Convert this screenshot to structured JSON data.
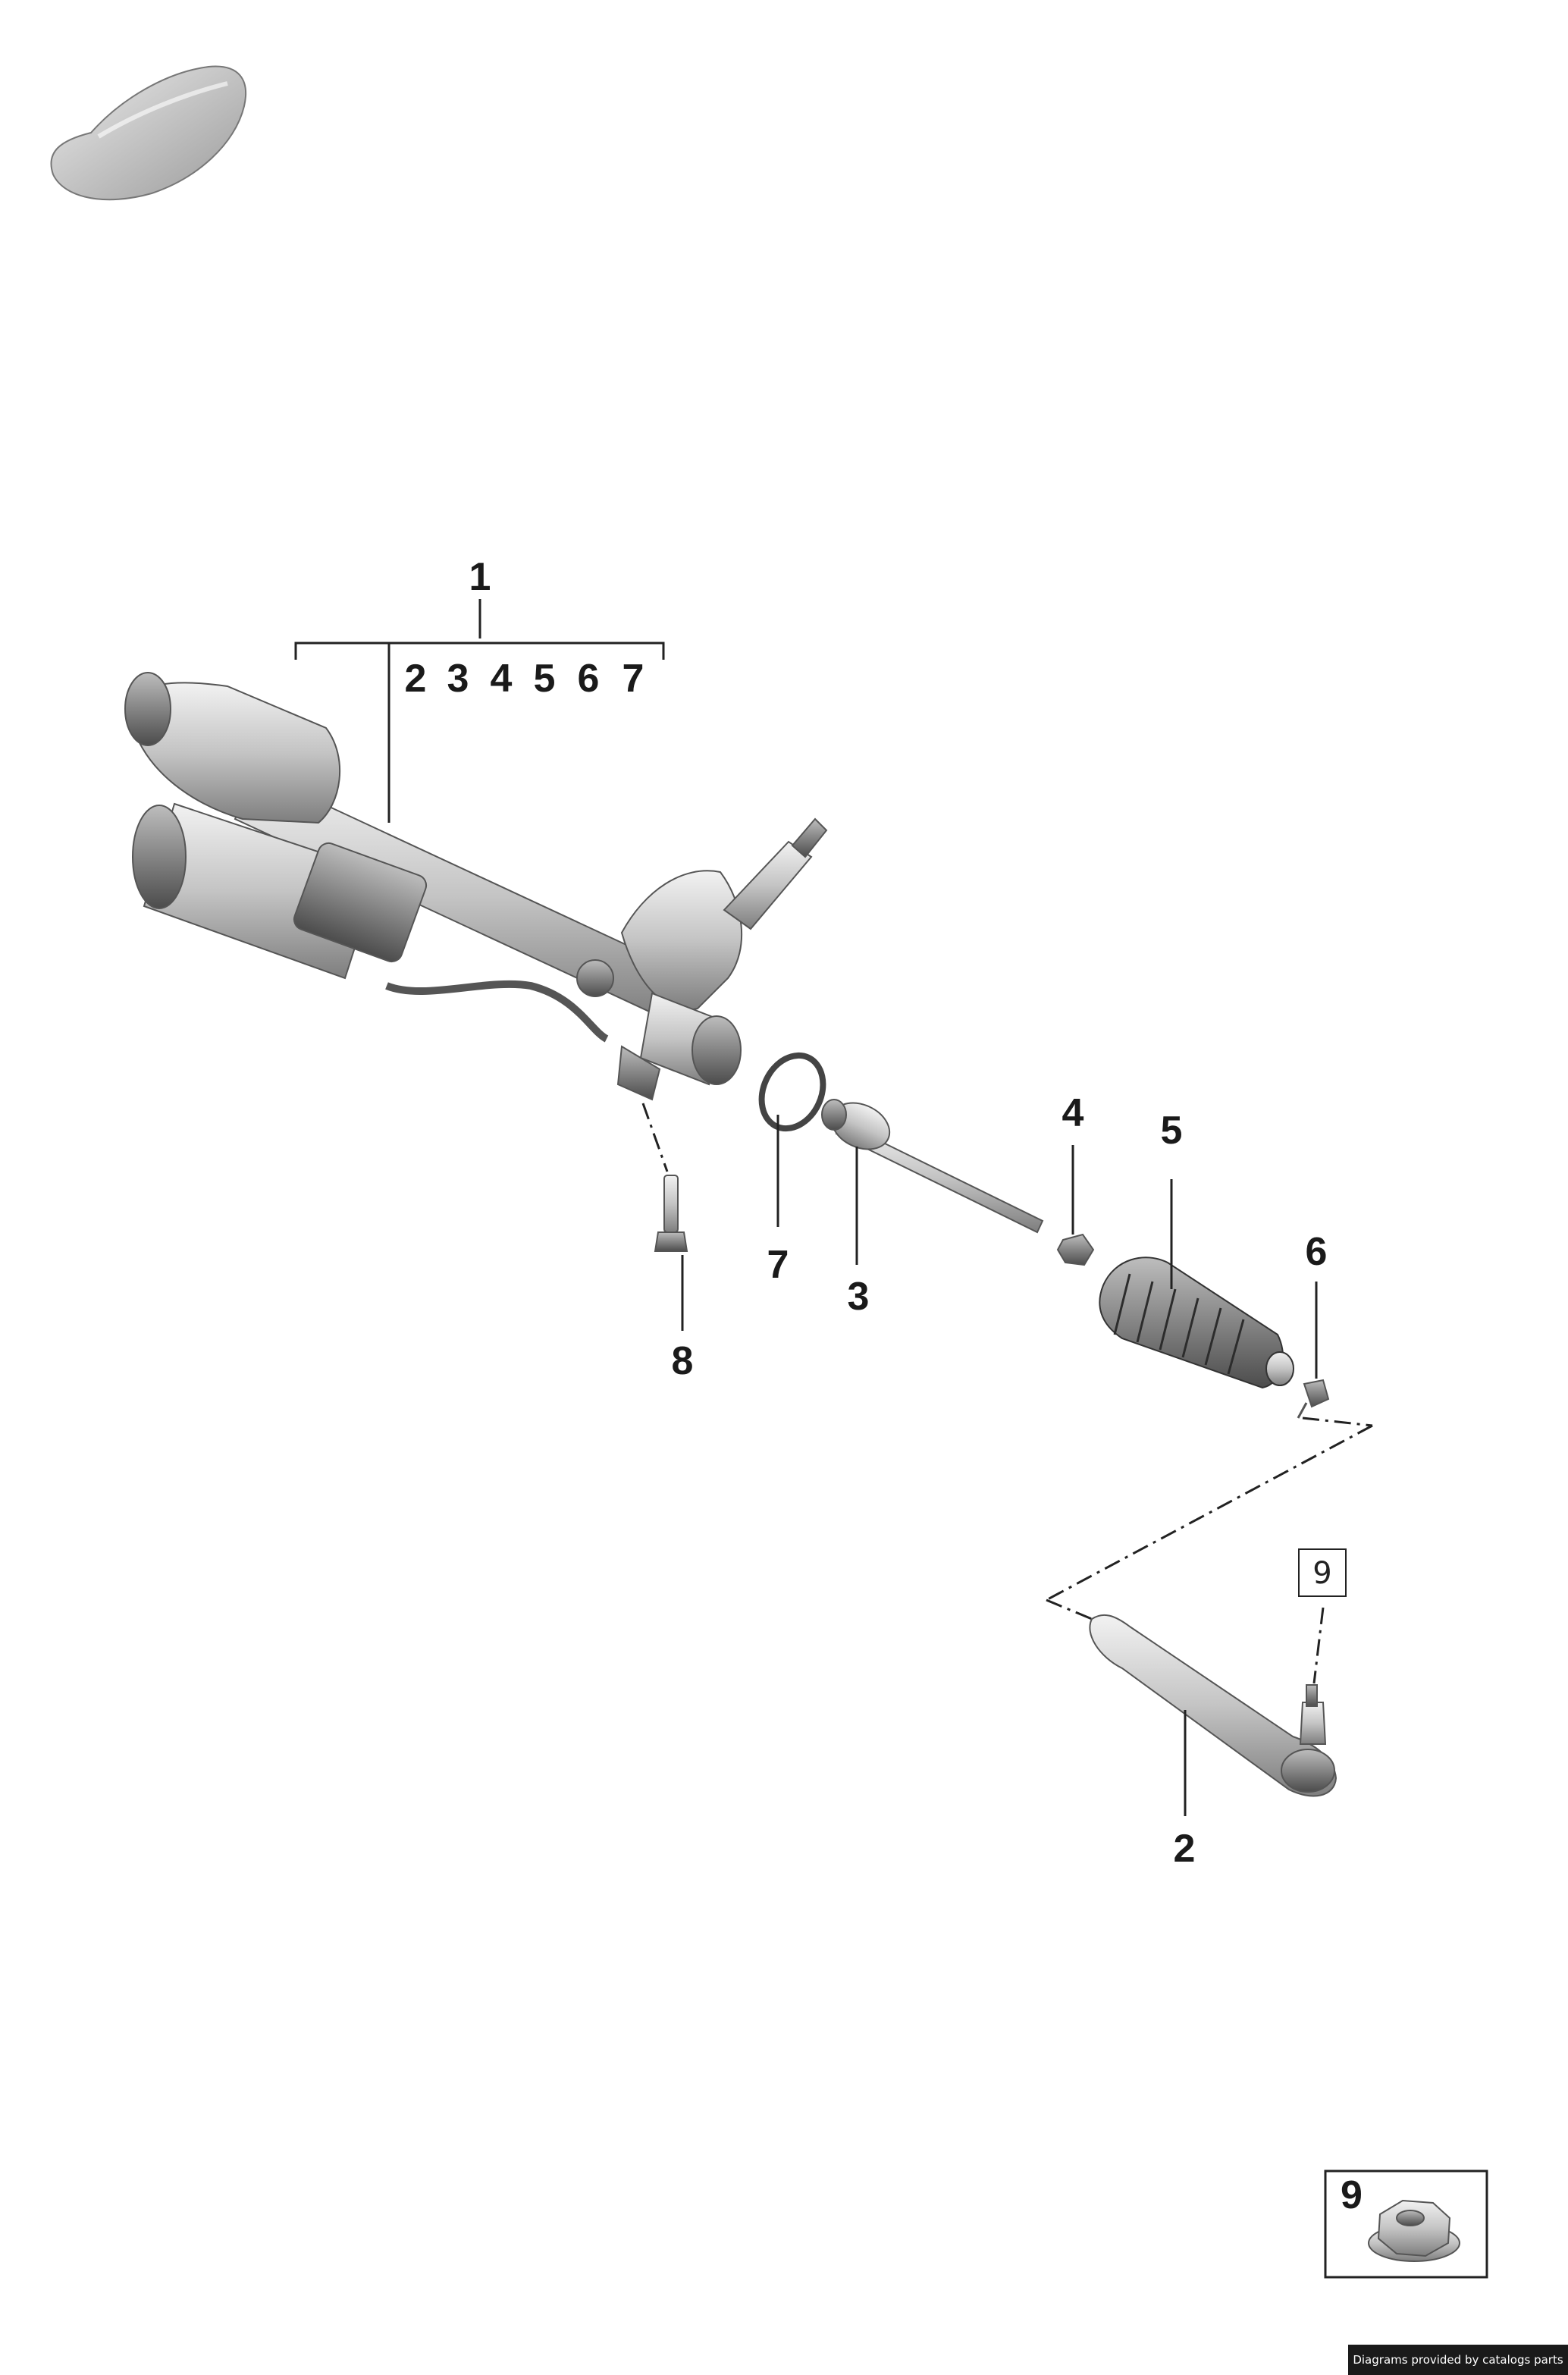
{
  "group_label": "1",
  "group_items": [
    "2",
    "3",
    "4",
    "5",
    "6",
    "7"
  ],
  "callouts": {
    "tie_rod_end": "2",
    "inner_tie_rod": "3",
    "nut_small": "4",
    "bellows": "5",
    "clip": "6",
    "ring": "7",
    "bolt": "8",
    "ref_box": "9",
    "inset_label": "9"
  },
  "credit": "Diagrams provided by catalogs parts"
}
